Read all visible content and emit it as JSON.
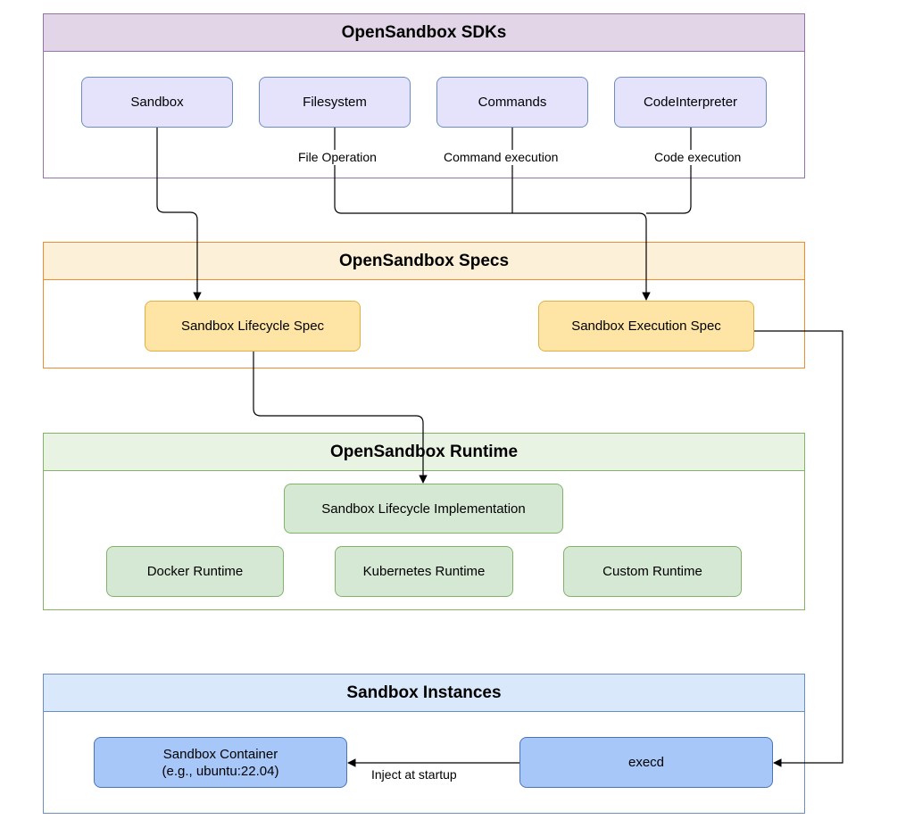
{
  "groups": {
    "sdks": {
      "title": "OpenSandbox SDKs"
    },
    "specs": {
      "title": "OpenSandbox Specs"
    },
    "runtime": {
      "title": "OpenSandbox Runtime"
    },
    "instances": {
      "title": "Sandbox Instances"
    }
  },
  "sdks": {
    "sandbox": "Sandbox",
    "filesystem": "Filesystem",
    "commands": "Commands",
    "code_interpreter": "CodeInterpreter"
  },
  "specs": {
    "lifecycle": "Sandbox Lifecycle Spec",
    "execution": "Sandbox Execution Spec"
  },
  "runtime": {
    "lifecycle_impl": "Sandbox Lifecycle Implementation",
    "docker": "Docker Runtime",
    "kubernetes": "Kubernetes Runtime",
    "custom": "Custom Runtime"
  },
  "instances": {
    "container_line1": "Sandbox Container",
    "container_line2": "(e.g., ubuntu:22.04)",
    "execd": "execd"
  },
  "edge_labels": {
    "file_operation": "File Operation",
    "command_execution": "Command execution",
    "code_execution": "Code execution",
    "inject": "Inject at startup"
  },
  "colors": {
    "sdks_border": "#9673a6",
    "specs_border": "#f08a33",
    "runtime_border": "#82b366",
    "instances_border": "#6c8ebf",
    "edge": "#000000"
  }
}
